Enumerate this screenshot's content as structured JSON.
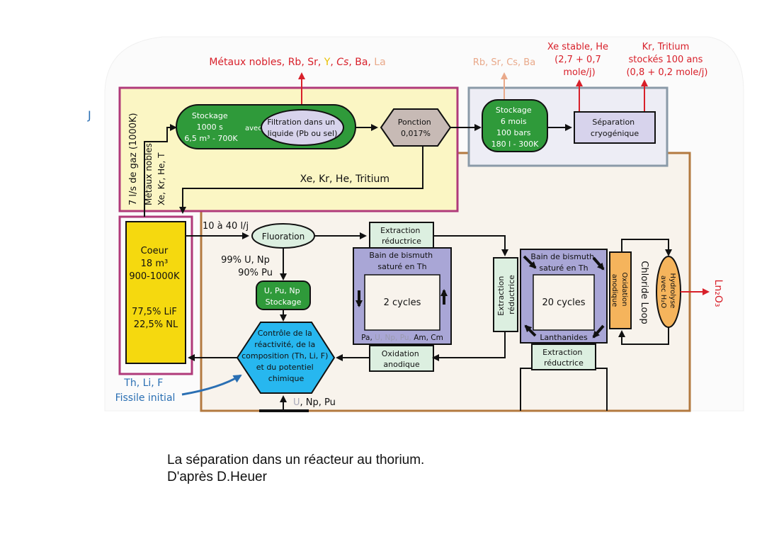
{
  "stray_mark": "J",
  "top_left_outputs": {
    "prefix": "Métaux nobles, Rb, Sr, ",
    "y": "Y",
    "sep1": ", ",
    "cs": "Cs",
    "sep2": ", Ba, ",
    "la": "La"
  },
  "top_mid_output": "Rb, Sr, Cs, Ba",
  "xe_output": {
    "line1": "Xe stable, He",
    "line2": "(2,7 + 0,7",
    "line3": "mole/j)"
  },
  "kr_output": {
    "line1": "Kr, Tritium",
    "line2": "stockés 100 ans",
    "line3": "(0,8 + 0,2 mole/j)"
  },
  "gas_flow": {
    "line1": "7 l/s de gaz (1000K)",
    "line2": "Métaux nobles",
    "line3": "Xe, Kr, He, T"
  },
  "stockage1": {
    "line1": "Stockage",
    "line2": "1000 s",
    "line3": "6,5 m³ - 700K",
    "avec": "avec"
  },
  "filtration": {
    "line1": "Filtration dans un",
    "line2": "liquide (Pb ou sel)"
  },
  "ponction": {
    "line1": "Ponction",
    "line2": "0,017%"
  },
  "stockage2": {
    "line1": "Stockage",
    "line2": "6 mois",
    "line3": "100 bars",
    "line4": "180 l - 300K"
  },
  "separation": {
    "line1": "Séparation",
    "line2": "cryogénique"
  },
  "gas_label": "Xe, Kr, He, Tritium",
  "coeur": {
    "line1": "Coeur",
    "line2": "18 m³",
    "line3": "900-1000K",
    "line4": "77,5% LiF",
    "line5": "22,5% NL"
  },
  "feed": {
    "line1": "Th, Li, F",
    "line2": "Fissile initial"
  },
  "flow_rate": "10 à 40 l/j",
  "fluoration": "Fluoration",
  "fluoration_yield": {
    "line1": "99% U, Np",
    "line2": "90% Pu"
  },
  "upu_stockage": {
    "line1": "U, Pu, Np",
    "line2": "Stockage"
  },
  "controle": {
    "line1": "Contrôle de la",
    "line2": "réactivité, de la",
    "line3": "composition (Th, Li, F)",
    "line4": "et du potentiel",
    "line5": "chimique"
  },
  "bottom_input": {
    "u": "U",
    "rest": ", Np, Pu"
  },
  "extraction1": {
    "line1": "Extraction",
    "line2": "réductrice"
  },
  "bain1": {
    "line1": "Bain de bismuth",
    "line2": "saturé en Th"
  },
  "cycles1": "2 cycles",
  "bain1_out": {
    "pa": "Pa, ",
    "grey": "U, Np, Pu, ",
    "rest": "Am, Cm"
  },
  "oxidation1": {
    "line1": "Oxidation",
    "line2": "anodique"
  },
  "extraction_vertical": {
    "line1": "Extraction",
    "line2": "réductrice"
  },
  "bain2": {
    "line1": "Bain de bismuth",
    "line2": "saturé en Th"
  },
  "cycles2": "20 cycles",
  "lanthanides": "Lanthanides",
  "extraction2": {
    "line1": "Extraction",
    "line2": "réductrice"
  },
  "oxidation2": {
    "line1": "Oxidation",
    "line2": "anodique"
  },
  "chloride_loop": "Chloride Loop",
  "hydrolyse": {
    "line1": "Hydrolyse",
    "line2": "avec H₂O"
  },
  "ln_output": "Ln₂O₃",
  "caption": {
    "line1": "La séparation dans un réacteur au thorium.",
    "line2": "D'après D.Heuer"
  },
  "colors": {
    "red": "#d8202a",
    "green": "#2f9a3a",
    "yellow_bg": "#fbf6c4",
    "yellow": "#f5d90f",
    "purple": "#b03a7a",
    "lavender": "#a9a6d6",
    "mint": "#dcefe0",
    "cyan": "#27b7ef",
    "orange": "#f5b45c",
    "blue_text": "#2a6fb3",
    "peach": "#e9a98a",
    "brown": "#b3793f"
  }
}
